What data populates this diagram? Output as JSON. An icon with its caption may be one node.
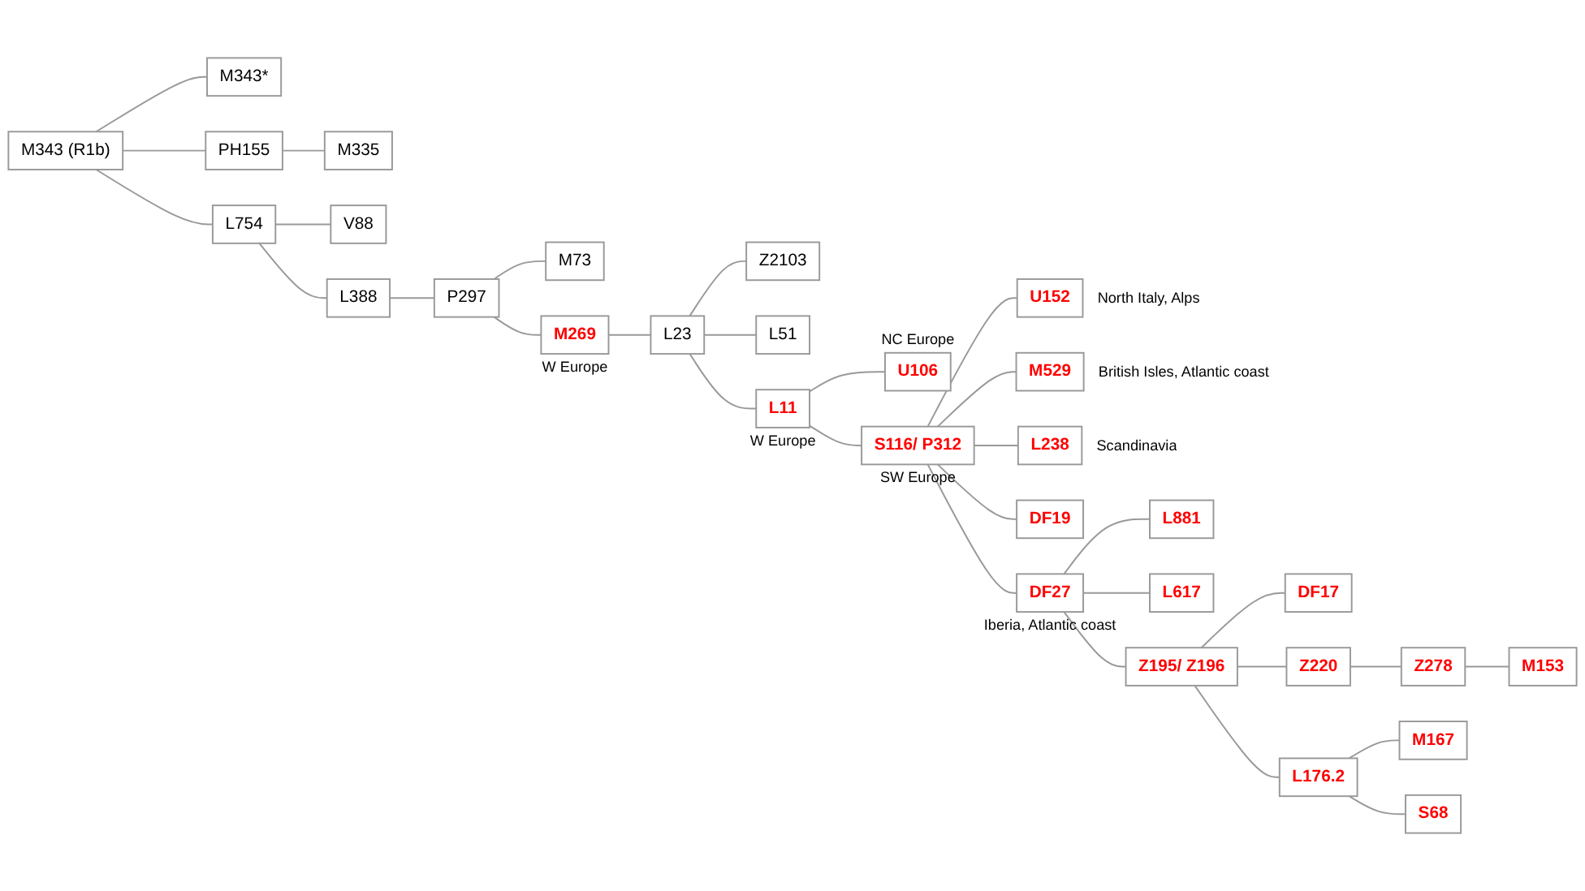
{
  "diagram": {
    "nodes": [
      {
        "text": [
          "M343 (R1b)"
        ]
      },
      {
        "text": [
          "M343*"
        ]
      },
      {
        "text": [
          "PH155"
        ]
      },
      {
        "text": [
          "M335"
        ]
      },
      {
        "text": [
          "L754"
        ]
      },
      {
        "text": [
          "V88"
        ]
      },
      {
        "text": [
          "L388"
        ]
      },
      {
        "text": [
          "P297"
        ]
      },
      {
        "text": [
          "M73"
        ]
      },
      {
        "text": [
          "M269"
        ],
        "beside": [
          "W Europe"
        ]
      },
      {
        "text": [
          "L23"
        ]
      },
      {
        "text": [
          "Z2103"
        ]
      },
      {
        "text": [
          "L51"
        ]
      },
      {
        "text": [
          "L11"
        ],
        "beside": [
          "W Europe"
        ]
      },
      {
        "text": [
          "U106"
        ],
        "beside": [
          "NC Europe"
        ]
      },
      {
        "text": [
          "S116/ P312"
        ],
        "beside": [
          "SW Europe"
        ]
      },
      {
        "text": [
          "U152"
        ],
        "beside": [
          "North Italy, Alps"
        ]
      },
      {
        "text": [
          "M529"
        ],
        "beside": [
          "British Isles, Atlantic coast"
        ]
      },
      {
        "text": [
          "L238"
        ],
        "beside": [
          "Scandinavia"
        ]
      },
      {
        "text": [
          "DF19"
        ]
      },
      {
        "text": [
          "DF27"
        ],
        "beside": [
          "Iberia, Atlantic coast"
        ]
      },
      {
        "text": [
          "L881"
        ]
      },
      {
        "text": [
          "L617"
        ]
      },
      {
        "text": [
          "Z195/ Z196"
        ]
      },
      {
        "text": [
          "DF17"
        ]
      },
      {
        "text": [
          "Z220"
        ]
      },
      {
        "text": [
          "Z278"
        ]
      },
      {
        "text": [
          "M153"
        ]
      },
      {
        "text": [
          "L176.2"
        ]
      },
      {
        "text": [
          "M167"
        ]
      },
      {
        "text": [
          "S68"
        ]
      }
    ],
    "edges": [
      {
        "from": 0,
        "to": 1,
        "arrow": "none"
      },
      {
        "from": 0,
        "to": 2,
        "arrow": "none"
      },
      {
        "from": 2,
        "to": 3,
        "arrow": "none"
      },
      {
        "from": 0,
        "to": 4,
        "arrow": "none"
      },
      {
        "from": 4,
        "to": 5,
        "arrow": "none"
      },
      {
        "from": 4,
        "to": 6,
        "arrow": "none"
      },
      {
        "from": 6,
        "to": 7,
        "arrow": "none"
      },
      {
        "from": 7,
        "to": 8,
        "arrow": "none"
      },
      {
        "from": 7,
        "to": 9,
        "arrow": "none"
      },
      {
        "from": 9,
        "to": 10,
        "arrow": "none"
      },
      {
        "from": 10,
        "to": 11,
        "arrow": "none"
      },
      {
        "from": 10,
        "to": 12,
        "arrow": "none"
      },
      {
        "from": 10,
        "to": 13,
        "arrow": "none"
      },
      {
        "from": 13,
        "to": 14,
        "arrow": "none"
      },
      {
        "from": 13,
        "to": 15,
        "arrow": "none"
      },
      {
        "from": 15,
        "to": 16,
        "arrow": "none"
      },
      {
        "from": 15,
        "to": 17,
        "arrow": "none"
      },
      {
        "from": 15,
        "to": 18,
        "arrow": "none"
      },
      {
        "from": 15,
        "to": 19,
        "arrow": "none"
      },
      {
        "from": 15,
        "to": 20,
        "arrow": "none"
      },
      {
        "from": 20,
        "to": 21,
        "arrow": "none"
      },
      {
        "from": 20,
        "to": 22,
        "arrow": "none"
      },
      {
        "from": 20,
        "to": 23,
        "arrow": "none"
      },
      {
        "from": 23,
        "to": 24,
        "arrow": "none"
      },
      {
        "from": 23,
        "to": 25,
        "arrow": "none"
      },
      {
        "from": 25,
        "to": 26,
        "arrow": "none"
      },
      {
        "from": 26,
        "to": 27,
        "arrow": "none"
      },
      {
        "from": 23,
        "to": 28,
        "arrow": "none"
      },
      {
        "from": 28,
        "to": 29,
        "arrow": "none"
      },
      {
        "from": 28,
        "to": 30,
        "arrow": "none"
      }
    ]
  }
}
